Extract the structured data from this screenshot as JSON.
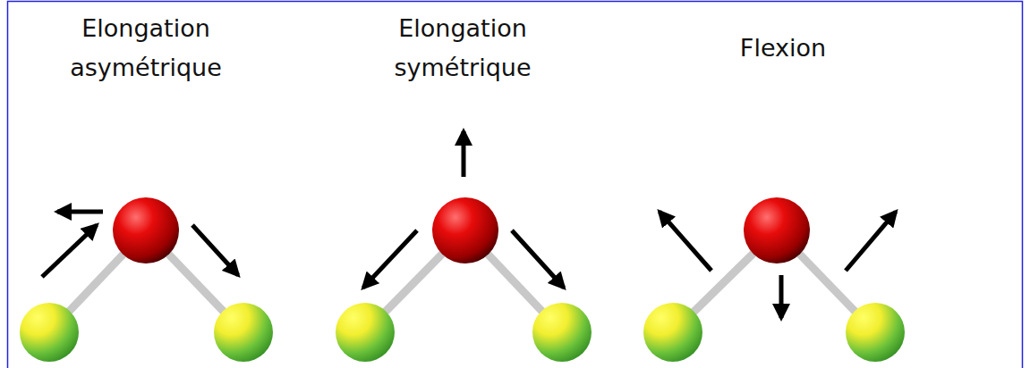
{
  "diagram": {
    "labels": [
      "Elongation asymétrique",
      "Elongation symétrique",
      "Flexion"
    ]
  }
}
